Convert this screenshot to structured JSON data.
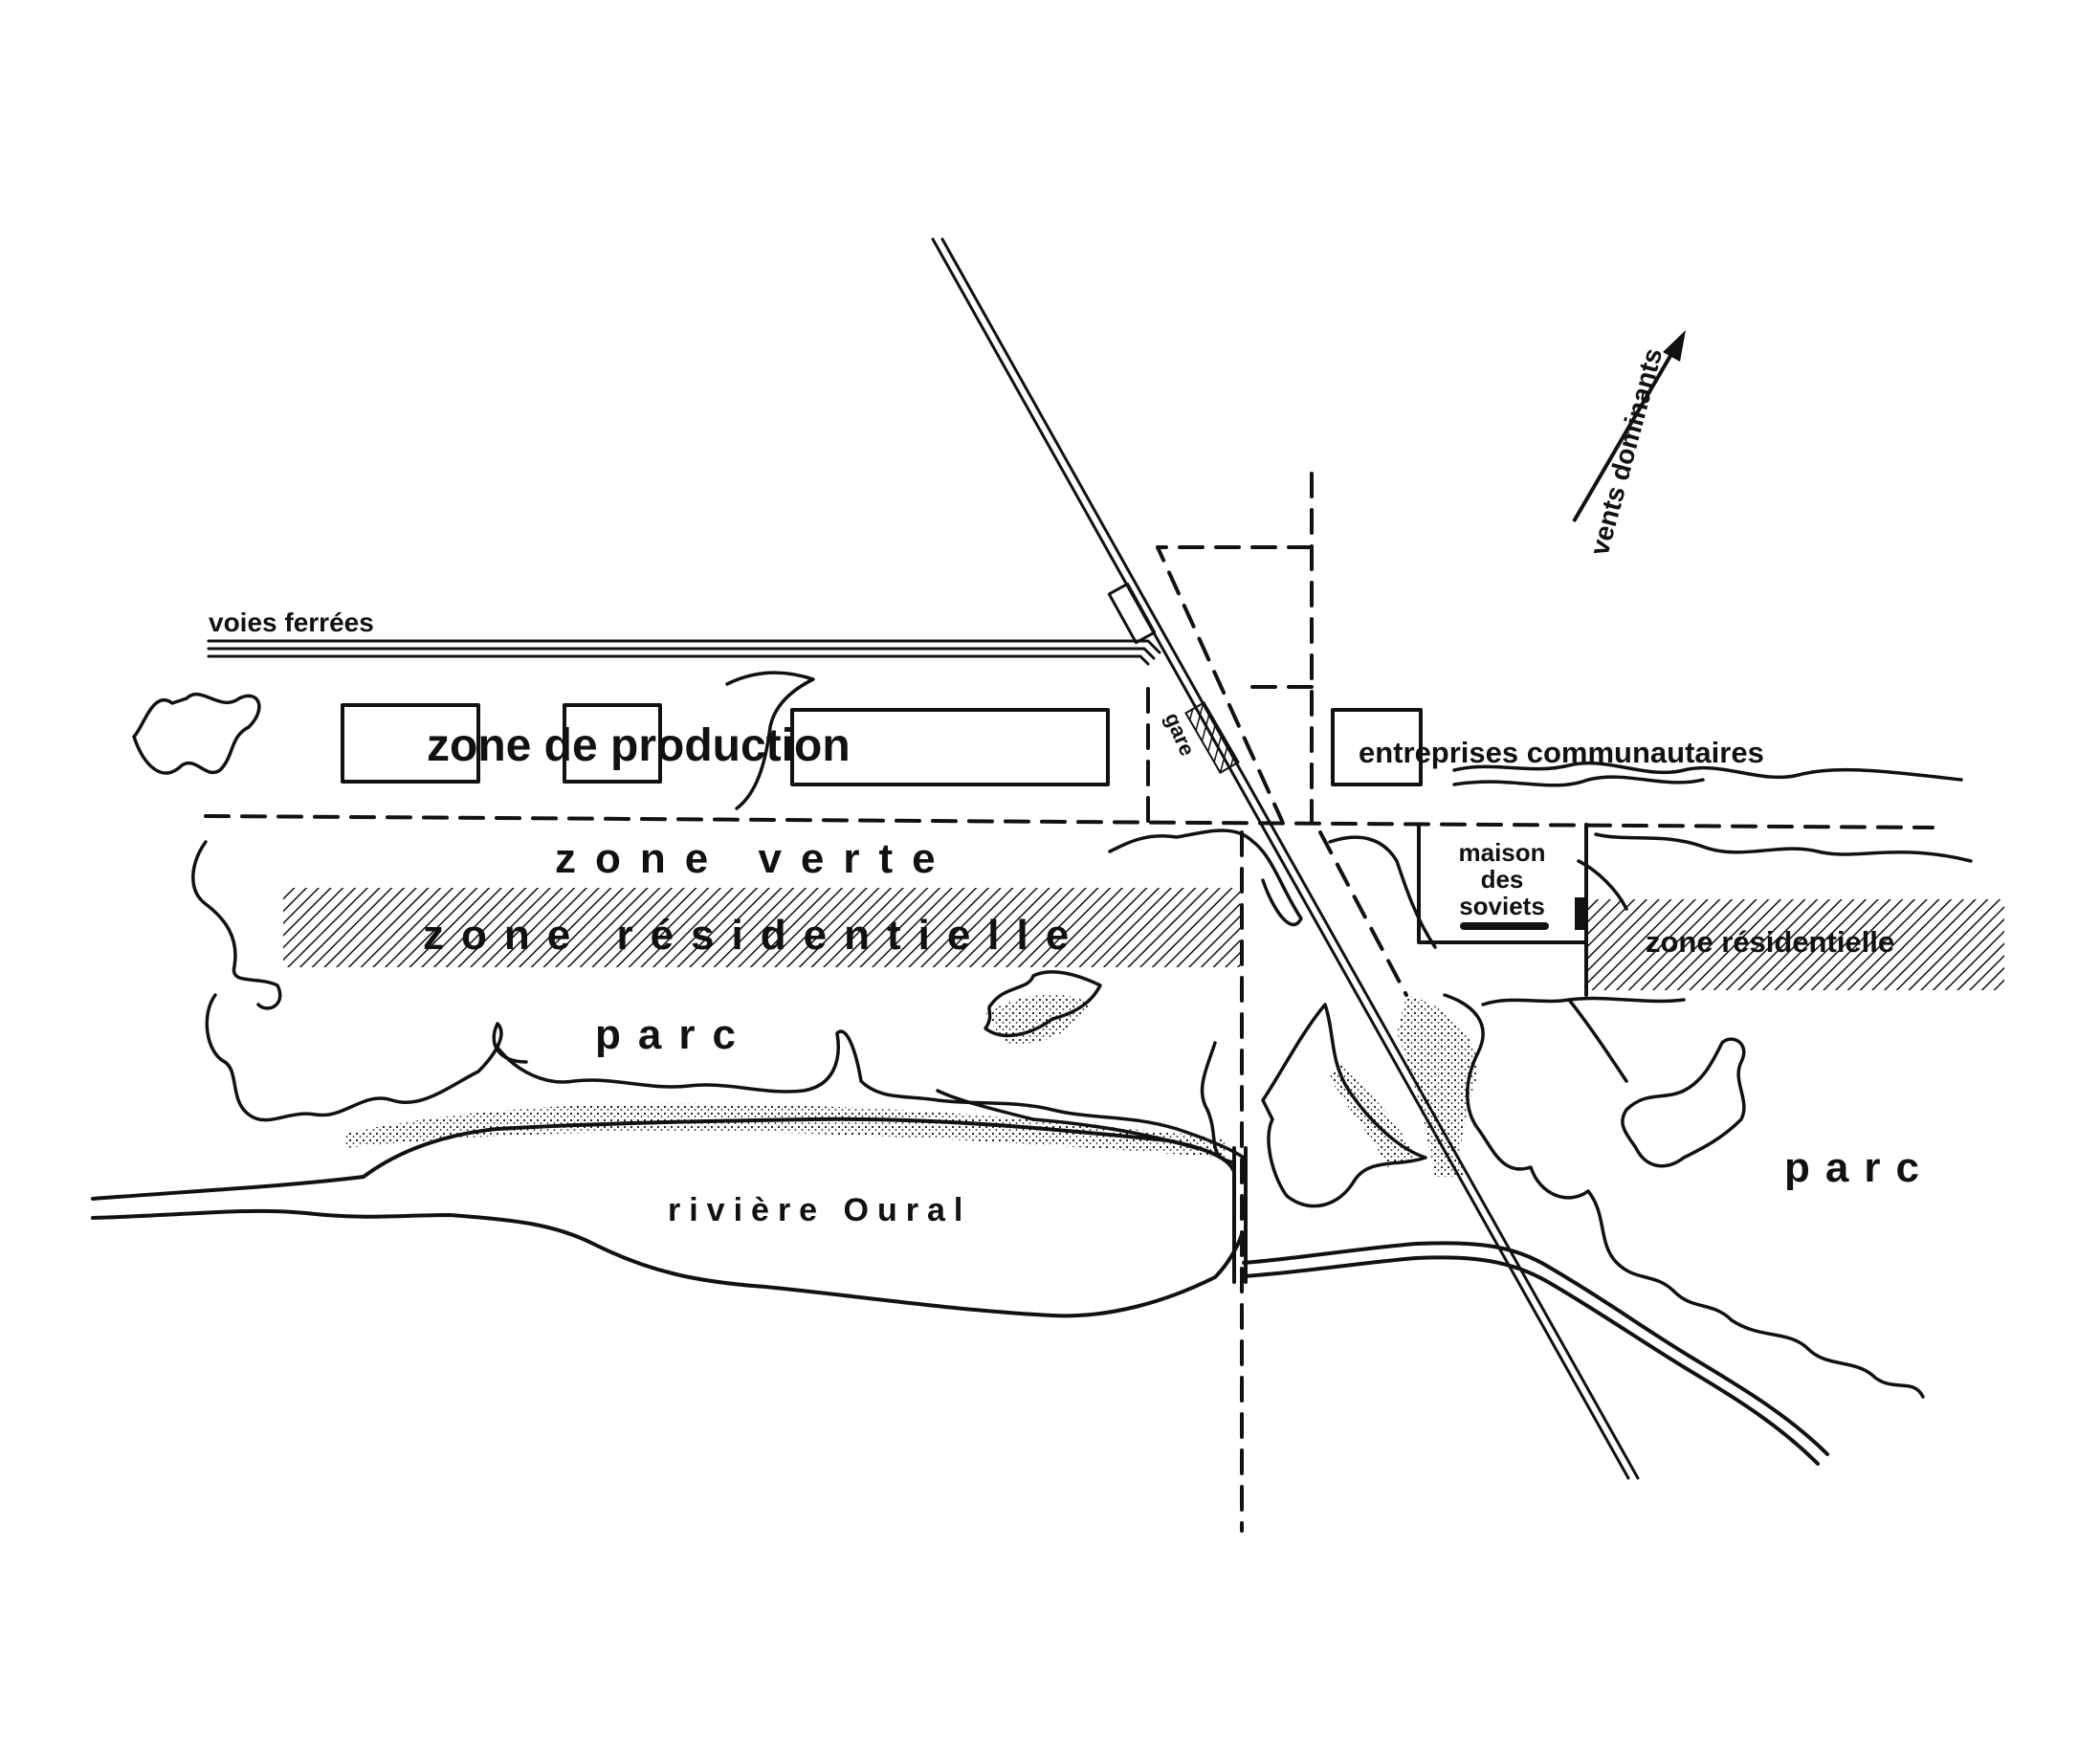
{
  "labels": {
    "voies_ferrees": "voies ferrées",
    "zone_production": "zone de production",
    "gare": "gare",
    "entreprises": "entreprises communautaires",
    "zone_verte": "zone verte",
    "zone_residentielle_main": "zone résidentielle",
    "maison_line1": "maison",
    "maison_line2": "des",
    "maison_line3": "soviets",
    "zone_residentielle_east": "zone résidentielle",
    "parc_west": "parc",
    "parc_east": "parc",
    "riviere": "rivière Oural",
    "vents": "vents dominants"
  },
  "colors": {
    "ink": "#111111",
    "paper": "#ffffff"
  }
}
